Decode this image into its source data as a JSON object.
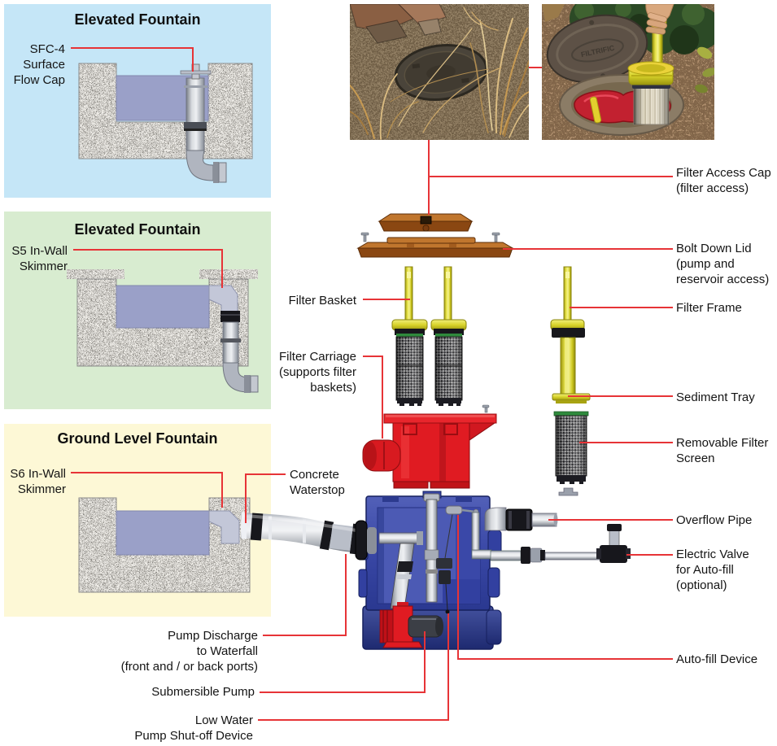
{
  "panels": [
    {
      "title": "Elevated Fountain",
      "callout": "SFC-4\nSurface\nFlow Cap"
    },
    {
      "title": "Elevated Fountain",
      "callout": "S5 In-Wall\nSkimmer"
    },
    {
      "title": "Ground Level Fountain",
      "callout": "S6 In-Wall\nSkimmer"
    }
  ],
  "photos": {
    "lid_brand": "FILTRIFIC"
  },
  "labels": {
    "filter_basket": "Filter Basket",
    "filter_carriage": "Filter Carriage\n(supports filter\nbaskets)",
    "concrete_waterstop": "Concrete\nWaterstop",
    "pump_discharge": "Pump Discharge\nto Waterfall\n(front and / or back ports)",
    "submersible_pump": "Submersible Pump",
    "low_water": "Low Water\nPump Shut-off Device",
    "filter_access_cap": "Filter Access Cap\n(filter access)",
    "bolt_down_lid": "Bolt Down Lid\n(pump and\nreservoir access)",
    "filter_frame": "Filter Frame",
    "sediment_tray": "Sediment Tray",
    "removable_filter_screen": "Removable Filter\nScreen",
    "overflow_pipe": "Overflow Pipe",
    "electric_valve": "Electric Valve\nfor Auto-fill\n(optional)",
    "auto_fill_device": "Auto-fill Device"
  },
  "colors": {
    "callout_line": "#e73437",
    "panel_elevated_1_bg": "#c5e6f7",
    "panel_elevated_2_bg": "#d8ecd0",
    "panel_ground_bg": "#fdf8d6",
    "reservoir_blue": "#3947a5",
    "carriage_red": "#e01b22",
    "basket_yellow": "#d8d32a",
    "lid_brown": "#b0661f",
    "water_purple": "#9aa0c8"
  }
}
